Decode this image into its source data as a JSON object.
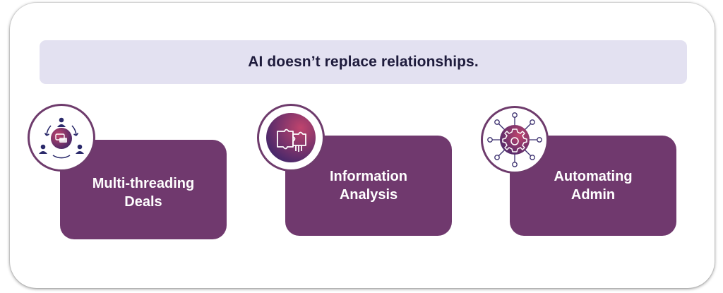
{
  "banner": {
    "text": "AI doesn’t replace relationships."
  },
  "cards": [
    {
      "line1": "Multi-threading",
      "line2": "Deals",
      "icon": "people-cycle-icon"
    },
    {
      "line1": "Information",
      "line2": "Analysis",
      "icon": "puzzle-hands-icon"
    },
    {
      "line1": "Automating",
      "line2": "Admin",
      "icon": "gear-network-icon"
    }
  ],
  "colors": {
    "card": "#70396e",
    "banner": "#e3e1f1",
    "banner_text": "#1e1b3c",
    "icon_navy": "#2b2a6b",
    "icon_magenta": "#b23a6a"
  }
}
